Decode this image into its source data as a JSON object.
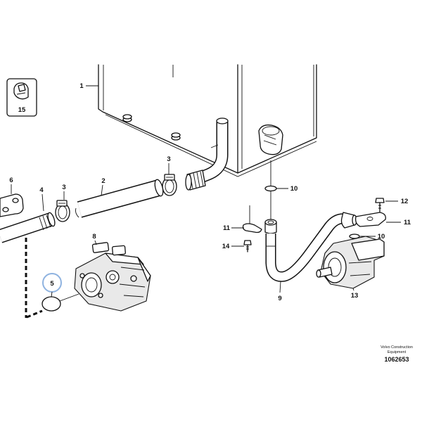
{
  "callouts": {
    "tank": "1",
    "hose": "2",
    "clamp_left": "3",
    "clamp_right": "3",
    "pipe": "4",
    "o_ring": "5",
    "bracket": "6",
    "pump": "8",
    "hose_right": "9",
    "o_ring_top": "10",
    "o_ring_right": "10",
    "clip_left": "11",
    "clip_right": "11",
    "bolt_right": "12",
    "motor": "13",
    "bolt_left": "14",
    "inset": "15"
  },
  "footer": {
    "brand_line1": "Volvo Construction",
    "brand_line2": "Equipment",
    "drawing_number": "1062653"
  },
  "colors": {
    "line": "#111111",
    "highlight": "#8fb3e0"
  }
}
